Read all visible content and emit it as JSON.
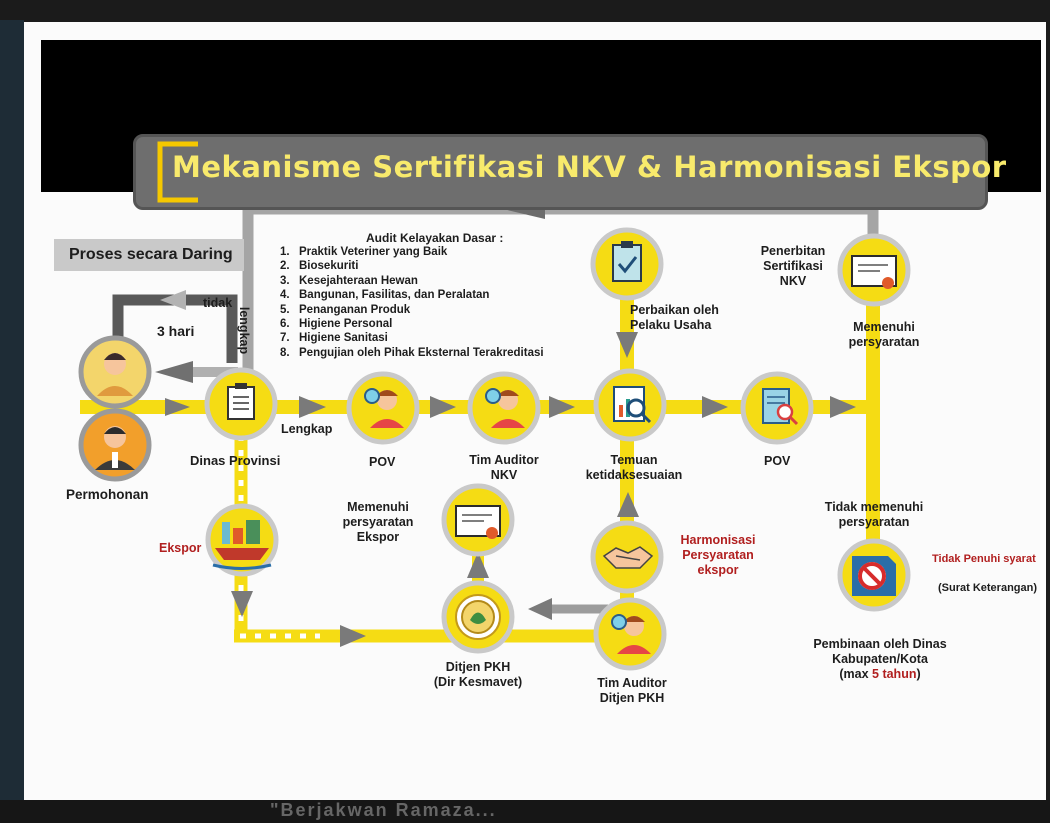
{
  "title": "Mekanisme Sertifikasi NKV & Harmonisasi Ekspor",
  "online_label": "Proses secara Daring",
  "colors": {
    "yellow": "#f5dc14",
    "gray": "#7a7a7a",
    "dark_red": "#b11f1f",
    "title_text": "#f8ea6c",
    "title_box": "#6e6e6e"
  },
  "labels": {
    "tidak": "tidak",
    "tiga_hari": "3 hari",
    "lengkap_vertical": "lengkap",
    "lengkap": "Lengkap",
    "ekspor": "Ekspor",
    "dinas_provinsi": "Dinas Provinsi",
    "permohonan": "Permohonan",
    "pov_1": "POV",
    "tim_auditor_nkv_1": "Tim Auditor",
    "tim_auditor_nkv_2": "NKV",
    "temuan_1": "Temuan",
    "temuan_2": "ketidaksesuaian",
    "pov_2": "POV",
    "perbaikan_1": "Perbaikan oleh",
    "perbaikan_2": "Pelaku Usaha",
    "penerbitan_1": "Penerbitan",
    "penerbitan_2": "Sertifikasi",
    "penerbitan_3": "NKV",
    "memenuhi_1": "Memenuhi",
    "memenuhi_2": "persyaratan",
    "ekspor_req_1": "Memenuhi",
    "ekspor_req_2": "persyaratan",
    "ekspor_req_3": "Ekspor",
    "harmonisasi_1": "Harmonisasi",
    "harmonisasi_2": "Persyaratan",
    "harmonisasi_3": "ekspor",
    "ditjen_1": "Ditjen PKH",
    "ditjen_2": "(Dir Kesmavet)",
    "tim_ditjen_1": "Tim Auditor",
    "tim_ditjen_2": "Ditjen PKH",
    "tidak_memenuhi_1": "Tidak memenuhi",
    "tidak_memenuhi_2": "persyaratan",
    "tidak_penuhi": "Tidak Penuhi syarat",
    "surat": "(Surat Keterangan)",
    "pembinaan_1": "Pembinaan oleh Dinas",
    "pembinaan_2": "Kabupaten/Kota",
    "pembinaan_3a": "(max ",
    "pembinaan_3b": "5 tahun",
    "pembinaan_3c": ")"
  },
  "audit": {
    "title": "Audit Kelayakan Dasar :",
    "items": [
      {
        "n": "1.",
        "text": "Praktik Veteriner yang Baik"
      },
      {
        "n": "2.",
        "text": "Biosekuriti"
      },
      {
        "n": "3.",
        "text": "Kesejahteraan Hewan"
      },
      {
        "n": "4.",
        "text": "Bangunan, Fasilitas, dan Peralatan"
      },
      {
        "n": "5.",
        "text": "Penanganan Produk"
      },
      {
        "n": "6.",
        "text": "Higiene Personal"
      },
      {
        "n": "7.",
        "text": "Higiene Sanitasi"
      },
      {
        "n": "8.",
        "text": "Pengujian oleh Pihak Eksternal Terakreditasi"
      }
    ]
  },
  "footer_text": "\"Berjakwan Ramaza..."
}
